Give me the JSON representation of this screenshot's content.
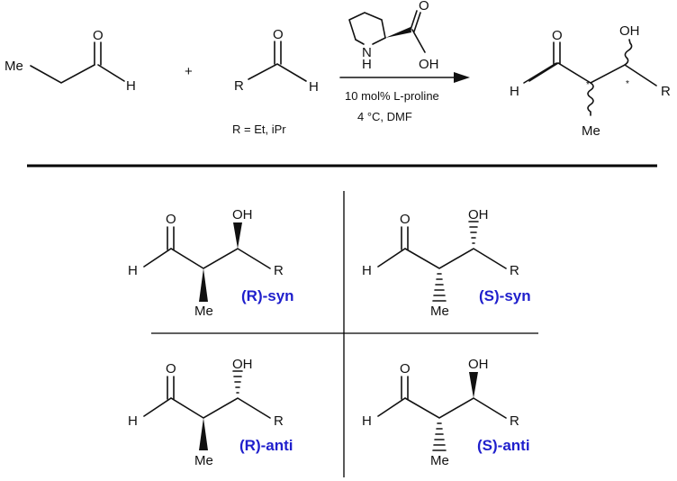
{
  "reaction": {
    "reactant1": {
      "me": "Me",
      "o": "O",
      "h": "H"
    },
    "plus": "+",
    "reactant2": {
      "r": "R",
      "o": "O",
      "h": "H",
      "r_def": "R =  Et, iPr"
    },
    "catalyst": {
      "nh_n": "N",
      "nh_h": "H",
      "o": "O",
      "oh": "OH"
    },
    "conditions": [
      "10 mol% L-proline",
      "4 °C,  DMF"
    ],
    "product": {
      "o": "O",
      "h": "H",
      "oh": "OH",
      "r": "R",
      "me": "Me",
      "stereo_marker": "*"
    }
  },
  "isomers": [
    {
      "label": "(R)-syn",
      "o": "O",
      "h": "H",
      "oh": "OH",
      "r": "R",
      "me": "Me"
    },
    {
      "label": "(S)-syn",
      "o": "O",
      "h": "H",
      "oh": "OH",
      "r": "R",
      "me": "Me"
    },
    {
      "label": "(R)-anti",
      "o": "O",
      "h": "H",
      "oh": "OH",
      "r": "R",
      "me": "Me"
    },
    {
      "label": "(S)-anti",
      "o": "O",
      "h": "H",
      "oh": "OH",
      "r": "R",
      "me": "Me"
    }
  ],
  "colors": {
    "isomer_label": "#1f1fcc",
    "ink": "#111111"
  }
}
